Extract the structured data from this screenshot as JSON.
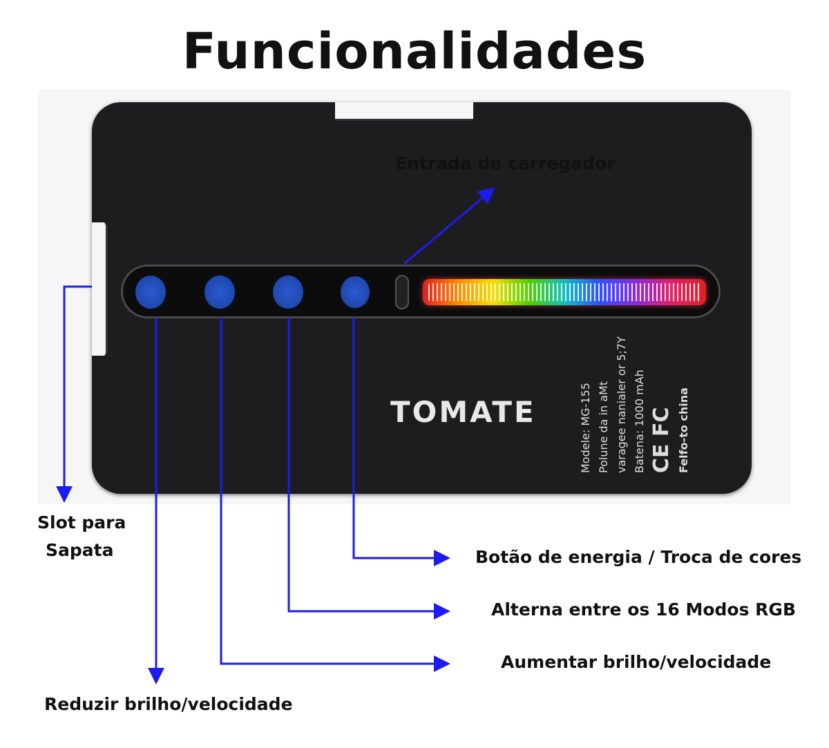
{
  "title": "Funcionalidades",
  "device": {
    "brand": "TOMATE",
    "specs": [
      "Modele: MG-155",
      "Polune da in aMt",
      "varagee nanialer or 5;7Y",
      "Batena: 1000 mAh",
      "CE FC",
      "Felfo-to china"
    ]
  },
  "labels": {
    "charger": "Entrada de carregador",
    "slot_line1": "Slot para",
    "slot_line2": "Sapata",
    "power": "Botão de energia / Troca de cores",
    "modes": "Alterna entre os 16 Modos RGB",
    "increase": "Aumentar brilho/velocidade",
    "decrease": "Reduzir brilho/velocidade"
  },
  "colors": {
    "arrow": "#1c1cf0",
    "device": "#1d1d1f",
    "button": "#2a5ad0"
  }
}
